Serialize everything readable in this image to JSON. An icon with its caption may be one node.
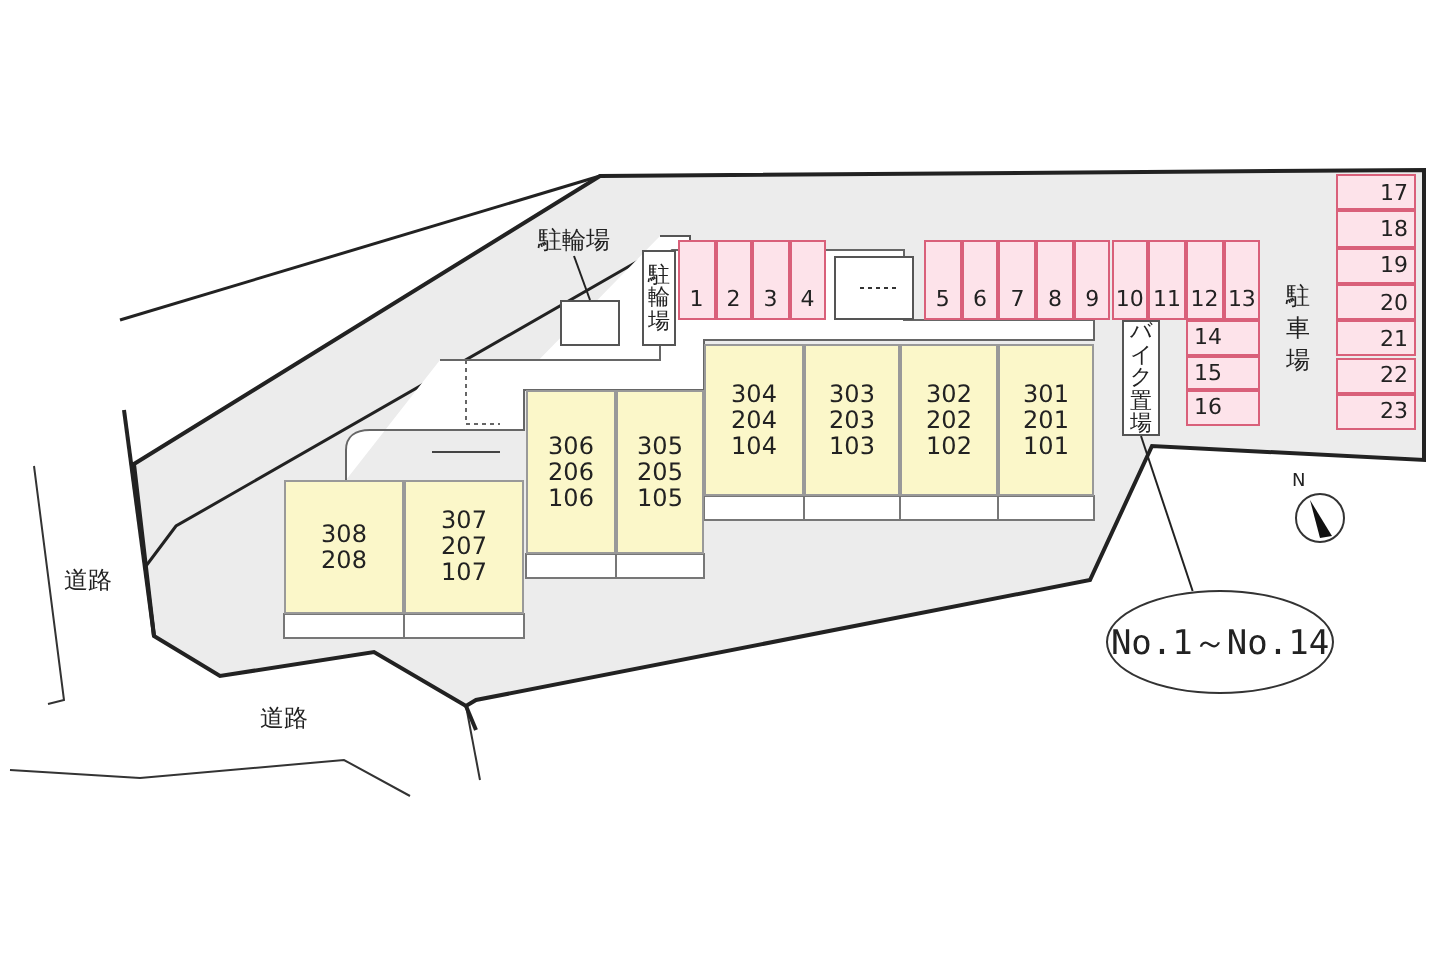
{
  "diagram": {
    "nodes": [
      {
        "text": [
          "駐輪場"
        ]
      },
      {
        "text": [],
        "shape": "box"
      },
      {
        "text": [
          "駐輪場"
        ]
      },
      {
        "text": [
          "1"
        ]
      },
      {
        "text": [
          "2"
        ]
      },
      {
        "text": [
          "3"
        ]
      },
      {
        "text": [
          "4"
        ]
      },
      {
        "text": [],
        "shape": "box"
      },
      {
        "text": [
          "5"
        ]
      },
      {
        "text": [
          "6"
        ]
      },
      {
        "text": [
          "7"
        ]
      },
      {
        "text": [
          "8"
        ]
      },
      {
        "text": [
          "9"
        ]
      },
      {
        "text": [
          "10"
        ]
      },
      {
        "text": [
          "11"
        ]
      },
      {
        "text": [
          "12"
        ]
      },
      {
        "text": [
          "13"
        ]
      },
      {
        "text": [
          "14"
        ]
      },
      {
        "text": [
          "15"
        ]
      },
      {
        "text": [
          "16"
        ]
      },
      {
        "text": [
          "バイク置場"
        ]
      },
      {
        "text": [
          "17"
        ]
      },
      {
        "text": [
          "18"
        ]
      },
      {
        "text": [
          "19"
        ]
      },
      {
        "text": [
          "20"
        ]
      },
      {
        "text": [
          "21"
        ]
      },
      {
        "text": [
          "22"
        ]
      },
      {
        "text": [
          "23"
        ]
      },
      {
        "text": [
          "304 204 104"
        ]
      },
      {
        "text": [
          "303 203 103"
        ]
      },
      {
        "text": [
          "302 202 102"
        ]
      },
      {
        "text": [
          "301 201 101"
        ]
      },
      {
        "text": [
          "306 206 106"
        ]
      },
      {
        "text": [
          "305 205 105"
        ]
      },
      {
        "text": [
          "308 208"
        ]
      },
      {
        "text": [
          "307 207 107"
        ]
      },
      {
        "text": [
          "No.1～No.14"
        ]
      }
    ],
    "edges": [
      {
        "from": 0,
        "to": 1,
        "arrow": "none"
      },
      {
        "from": 36,
        "to": 20,
        "arrow": "none"
      }
    ],
    "labels": [
      "駐車場",
      "N",
      "道路",
      "道路"
    ]
  }
}
